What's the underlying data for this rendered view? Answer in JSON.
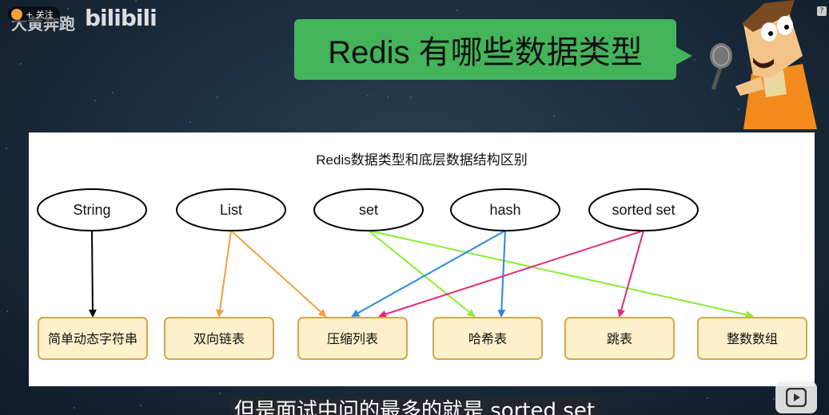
{
  "overlay": {
    "follow_label": "+ 关注",
    "uploader_name": "大黄奔跑",
    "site_logo": "bilibili",
    "help_label": "?"
  },
  "bubble": {
    "title": "Redis 有哪些数据类型"
  },
  "diagram": {
    "title": "Redis数据类型和底层数据结构区别",
    "types": [
      "String",
      "List",
      "set",
      "hash",
      "sorted set"
    ],
    "structures": [
      "简单动态字符串",
      "双向链表",
      "压缩列表",
      "哈希表",
      "跳表",
      "整数数组"
    ],
    "edges": [
      {
        "from": 0,
        "to": 0,
        "color": "#000000"
      },
      {
        "from": 1,
        "to": 1,
        "color": "#f0a040"
      },
      {
        "from": 1,
        "to": 2,
        "color": "#f0a040"
      },
      {
        "from": 2,
        "to": 3,
        "color": "#88ee33"
      },
      {
        "from": 2,
        "to": 5,
        "color": "#88ee33"
      },
      {
        "from": 3,
        "to": 2,
        "color": "#2a88e0"
      },
      {
        "from": 3,
        "to": 3,
        "color": "#2a88e0"
      },
      {
        "from": 4,
        "to": 2,
        "color": "#e02a7a"
      },
      {
        "from": 4,
        "to": 4,
        "color": "#e02a7a"
      }
    ]
  },
  "subtitle": {
    "text": "但是面试中问的最多的就是 sorted set"
  }
}
